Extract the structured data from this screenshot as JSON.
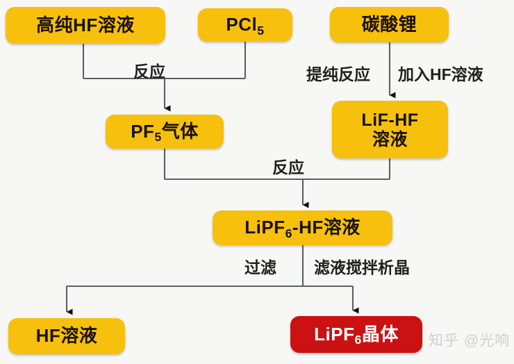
{
  "diagram": {
    "title": "LiPF6 Production Process Flowchart",
    "background_color": "#f7f7f5",
    "node_fill_yellow": "#f6c00d",
    "node_fill_red": "#cb1111",
    "node_text_dark": "#1b1205",
    "node_text_light": "#ffffff",
    "connector_color": "#5b5f66",
    "nodes": {
      "hf_pure": "高纯HF溶液",
      "pcl5_prefix": "PCl",
      "pcl5_sub": "5",
      "li2co3": "碳酸锂",
      "pf5_prefix": "PF",
      "pf5_sub": "5",
      "pf5_suffix": "气体",
      "lif_hf": "LiF-HF\n溶液",
      "lipf6_hf_prefix": "LiPF",
      "lipf6_hf_sub": "6",
      "lipf6_hf_suffix": "-HF溶液",
      "hf_solution": "HF溶液",
      "lipf6_crystal_prefix": "LiPF",
      "lipf6_crystal_sub": "6",
      "lipf6_crystal_suffix": "晶体"
    },
    "edge_labels": {
      "reaction_top": "反应",
      "purify_reaction": "提纯反应",
      "add_hf_solution": "加入HF溶液",
      "reaction_mid": "反应",
      "filter": "过滤",
      "stir_crystallize": "滤液搅拌析晶"
    },
    "watermark": "知乎 @光响"
  }
}
